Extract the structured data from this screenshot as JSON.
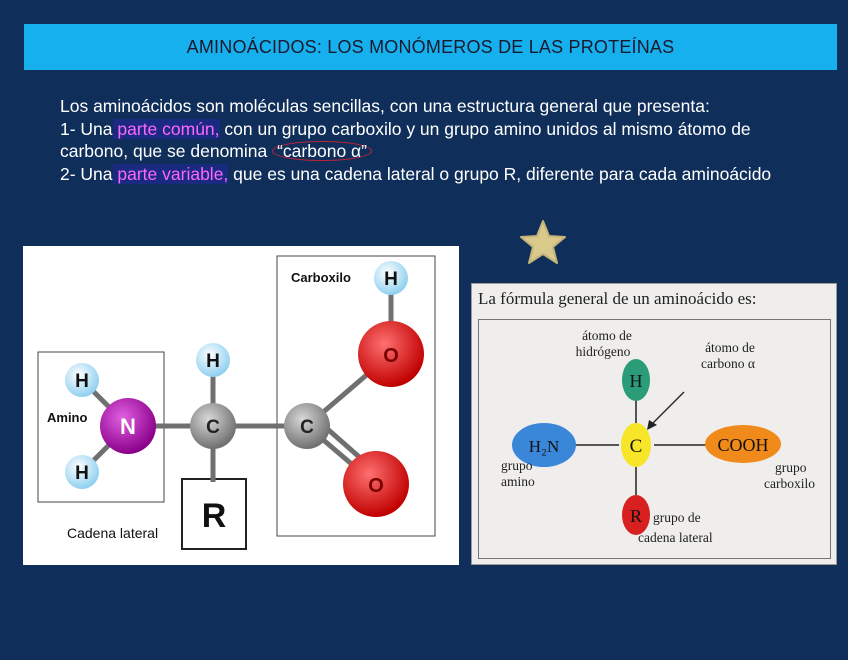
{
  "header": {
    "title": "AMINOÁCIDOS: LOS MONÓMEROS DE LAS PROTEÍNAS"
  },
  "intro": {
    "line1": "Los aminoácidos son moléculas sencillas, con una estructura general que presenta:",
    "p1_prefix": "1- Una",
    "p1_highlight": " parte común,",
    "p1_rest": " con un grupo carboxilo y un grupo amino unidos al mismo átomo de carbono, que se denomina",
    "p1_circled": "“carbono α”",
    "p2_prefix": "2- Una",
    "p2_highlight": " parte variable,",
    "p2_rest": " que es una cadena lateral o grupo R, diferente para cada aminoácido"
  },
  "left_diagram": {
    "label_carboxilo": "Carboxilo",
    "label_amino": "Amino",
    "label_cadena": "Cadena lateral",
    "atom_h": "H",
    "atom_n": "N",
    "atom_c": "C",
    "atom_o": "O",
    "group_r": "R"
  },
  "right_diagram": {
    "title": "La fórmula general de un aminoácido es:",
    "label_hidrogeno_1": "átomo de",
    "label_hidrogeno_2": "hidrógeno",
    "label_carbono_1": "átomo de",
    "label_carbono_2": "carbono α",
    "label_amino_1": "grupo",
    "label_amino_2": "amino",
    "label_carboxilo_1": "grupo",
    "label_carboxilo_2": "carboxilo",
    "label_r_1": "grupo de",
    "label_r_2": "cadena lateral",
    "node_h2n": "H₂N",
    "node_c": "C",
    "node_h": "H",
    "node_cooh": "COOH",
    "node_r": "R"
  },
  "colors": {
    "background": "#0f2f5a",
    "title_bar": "#17b0ef",
    "highlight_text": "#ff66ff",
    "star": "#d9c98a",
    "node_h2n": "#3a86d9",
    "node_c": "#f7e627",
    "node_h": "#2a9c78",
    "node_cooh": "#f08a1a",
    "node_r": "#d92020"
  }
}
